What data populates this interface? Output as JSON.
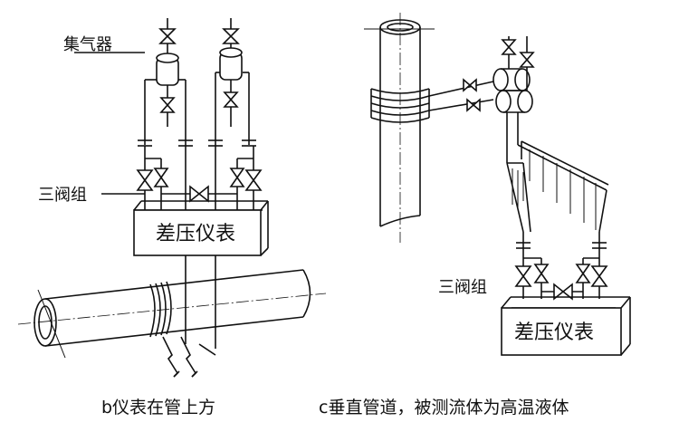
{
  "labels": {
    "gas_collector": "集气器",
    "three_valve_left": "三阀组",
    "three_valve_right": "三阀组",
    "meter_left": "差压仪表",
    "meter_right": "差压仪表"
  },
  "captions": {
    "left": "b仪表在管上方",
    "right": "c垂直管道，被测流体为高温液体"
  }
}
